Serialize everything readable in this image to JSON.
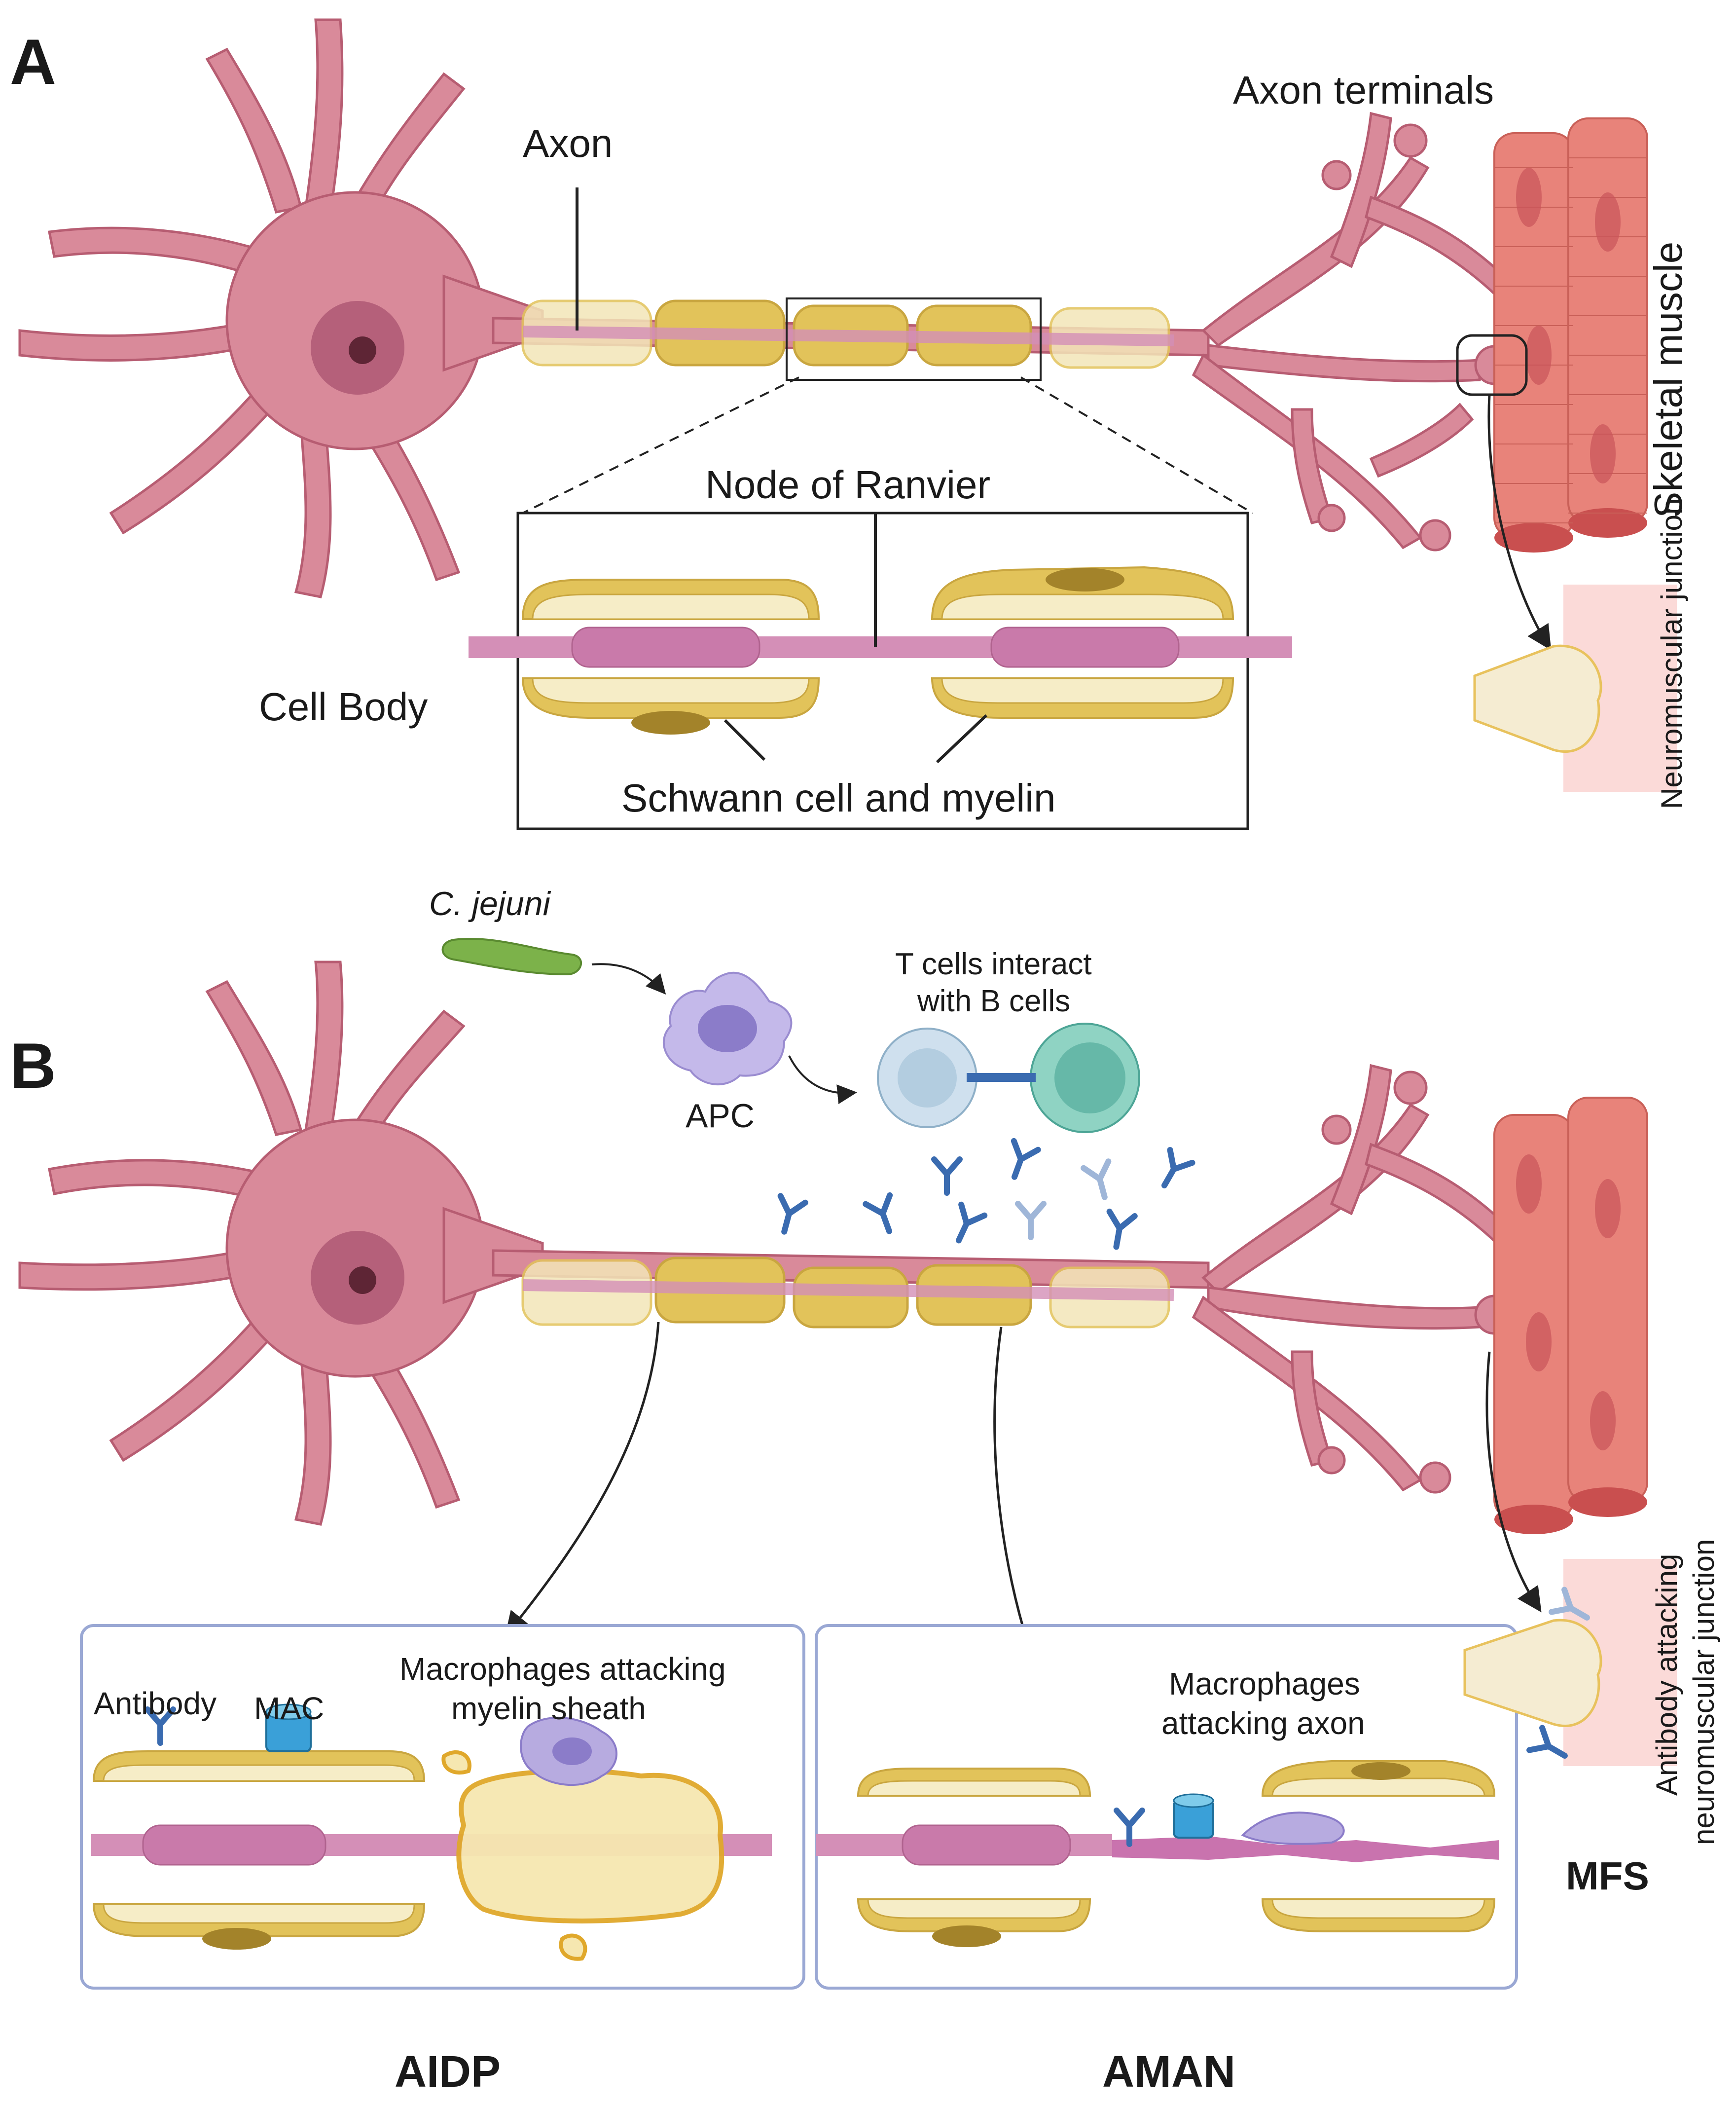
{
  "panel_a": {
    "letter": "A",
    "axon": "Axon",
    "axon_terminals": "Axon terminals",
    "skeletal_muscle": "Skeletal muscle",
    "node_of_ranvier": "Node of Ranvier",
    "cell_body": "Cell Body",
    "schwann": "Schwann cell and myelin",
    "nmj": "Neuromuscular junction"
  },
  "panel_b": {
    "letter": "B",
    "cjejuni": "C. jejuni",
    "apc": "APC",
    "tcells_line1": "T cells interact",
    "tcells_line2": "with B cells",
    "antibody": "Antibody",
    "mac": "MAC",
    "macro_myelin_1": "Macrophages attacking",
    "macro_myelin_2": "myelin sheath",
    "macro_axon_1": "Macrophages",
    "macro_axon_2": "attacking axon",
    "nmj_attack_1": "Antibody attacking",
    "nmj_attack_2": "neuromuscular junction",
    "mfs": "MFS",
    "aidp": "AIDP",
    "aman": "AMAN"
  },
  "colors": {
    "neuron": "#d98a9a",
    "neuron_outline": "#b75d72",
    "myelin": "#e2c35a",
    "myelin_pale": "#f3e6b8",
    "axon_inner": "#d48fb7",
    "muscle": "#e8837a",
    "box_border": "#9aa8d4",
    "antibody": "#3a6bb0",
    "antibody_pale": "#9fb6d8",
    "macrophage": "#a99cd6",
    "bacteria": "#7cb24a"
  }
}
